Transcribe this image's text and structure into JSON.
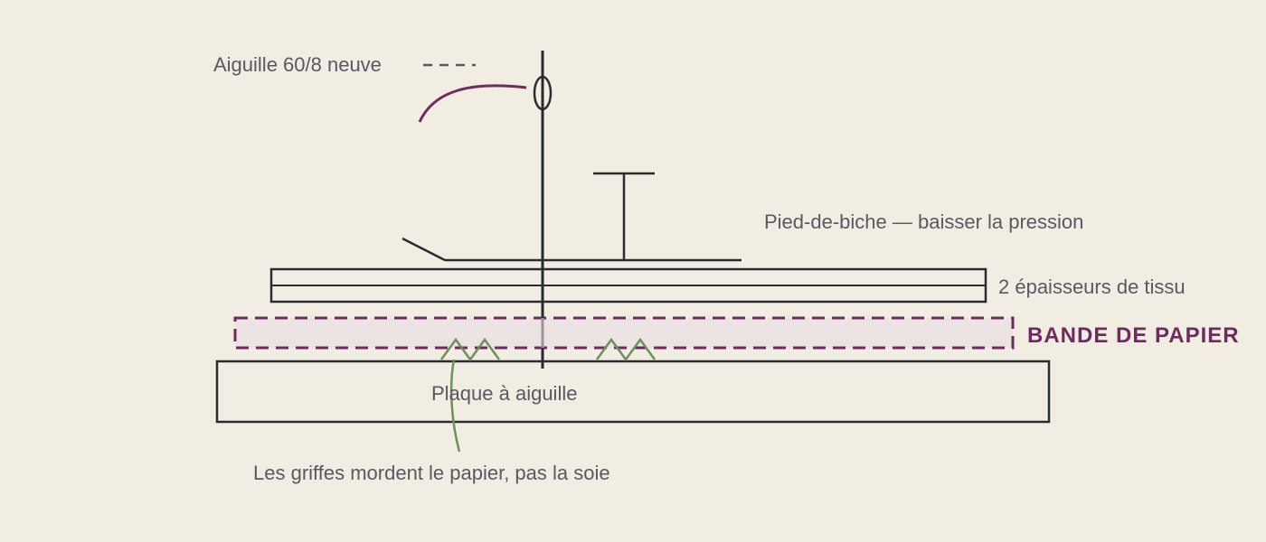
{
  "diagram": {
    "labels": {
      "needle": "Aiguille 60/8 neuve",
      "presser_foot": "Pied-de-biche — baisser la pression",
      "fabric": "2 épaisseurs de tissu",
      "paper": "BANDE DE PAPIER",
      "needle_plate": "Plaque à aiguille",
      "feed_dogs": "Les griffes mordent le papier, pas la soie"
    },
    "colors": {
      "background": "#f2ede3",
      "line": "#2b2a30",
      "text": "#5a5860",
      "accent": "#6e2b5e",
      "paper_fill": "#ede3e3",
      "feed_dogs": "#6f8f5f"
    }
  }
}
